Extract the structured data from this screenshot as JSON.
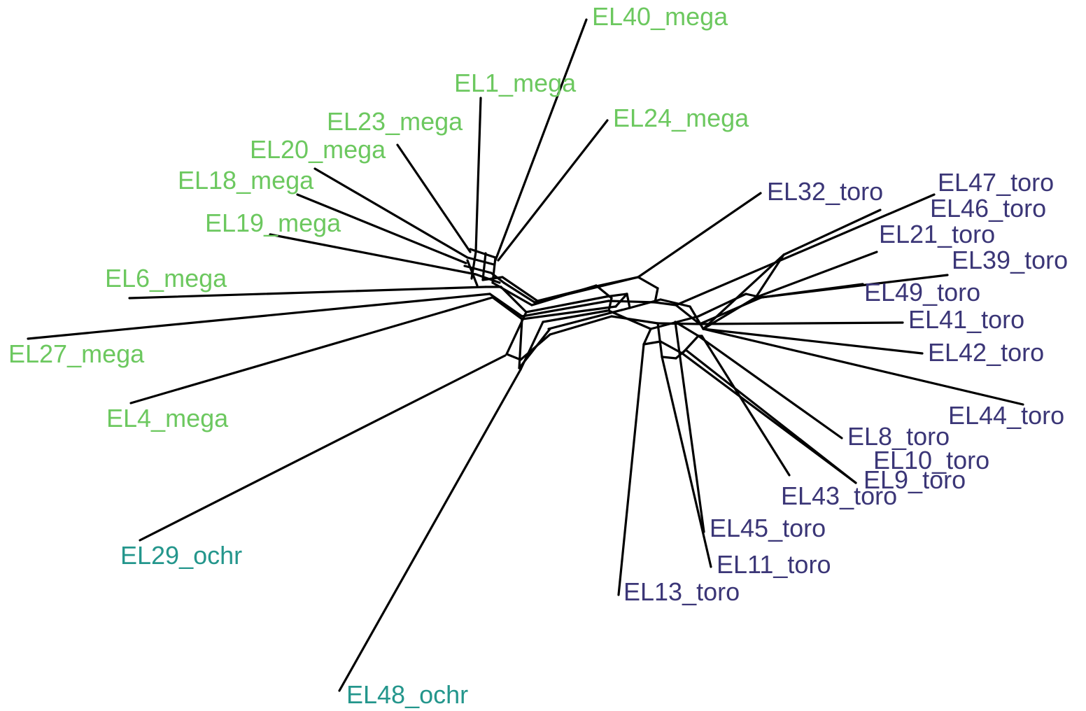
{
  "colors": {
    "mega": "#6cc85f",
    "ochr": "#24968c",
    "toro": "#3b3677",
    "edge": "#000000"
  },
  "taxa": [
    {
      "label": "EL40_mega",
      "group": "mega"
    },
    {
      "label": "EL1_mega",
      "group": "mega"
    },
    {
      "label": "EL24_mega",
      "group": "mega"
    },
    {
      "label": "EL23_mega",
      "group": "mega"
    },
    {
      "label": "EL20_mega",
      "group": "mega"
    },
    {
      "label": "EL18_mega",
      "group": "mega"
    },
    {
      "label": "EL19_mega",
      "group": "mega"
    },
    {
      "label": "EL6_mega",
      "group": "mega"
    },
    {
      "label": "EL27_mega",
      "group": "mega"
    },
    {
      "label": "EL4_mega",
      "group": "mega"
    },
    {
      "label": "EL29_ochr",
      "group": "ochr"
    },
    {
      "label": "EL48_ochr",
      "group": "ochr"
    },
    {
      "label": "EL32_toro",
      "group": "toro"
    },
    {
      "label": "EL47_toro",
      "group": "toro"
    },
    {
      "label": "EL46_toro",
      "group": "toro"
    },
    {
      "label": "EL21_toro",
      "group": "toro"
    },
    {
      "label": "EL39_toro",
      "group": "toro"
    },
    {
      "label": "EL49_toro",
      "group": "toro"
    },
    {
      "label": "EL41_toro",
      "group": "toro"
    },
    {
      "label": "EL42_toro",
      "group": "toro"
    },
    {
      "label": "EL44_toro",
      "group": "toro"
    },
    {
      "label": "EL8_toro",
      "group": "toro"
    },
    {
      "label": "EL10_toro",
      "group": "toro"
    },
    {
      "label": "EL9_toro",
      "group": "toro"
    },
    {
      "label": "EL43_toro",
      "group": "toro"
    },
    {
      "label": "EL45_toro",
      "group": "toro"
    },
    {
      "label": "EL11_toro",
      "group": "toro"
    },
    {
      "label": "EL13_toro",
      "group": "toro"
    }
  ]
}
